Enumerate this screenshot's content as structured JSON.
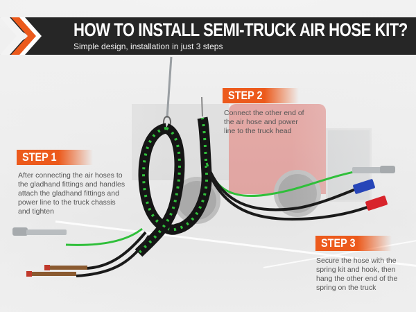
{
  "header": {
    "title": "HOW TO INSTALL SEMI-TRUCK AIR HOSE KIT?",
    "subtitle": "Simple design, installation in just 3 steps"
  },
  "steps": [
    {
      "label": "STEP 1",
      "text_lines": [
        "After connecting the air hoses to",
        "the gladhand fittings and handles",
        "attach the gladhand fittings and",
        "power line to the truck chassis",
        "and tighten"
      ]
    },
    {
      "label": "STEP 2",
      "text_lines": [
        "Connect the other end of",
        "the air hose and power",
        "line to the truck head"
      ]
    },
    {
      "label": "STEP 3",
      "text_lines": [
        "Secure the hose with the",
        "spring kit and hook, then",
        "hang the other end of the",
        "spring on the truck"
      ]
    }
  ],
  "colors": {
    "banner": "#262626",
    "accent_orange": "#ec5a1c",
    "body_text": "#555555",
    "hose_green": "#2fbf3a",
    "hose_black": "#1a1a1a",
    "coupler_blue": "#2645b8",
    "coupler_red": "#d8242c"
  },
  "icons": {
    "logo": "double-chevron-right-icon"
  }
}
